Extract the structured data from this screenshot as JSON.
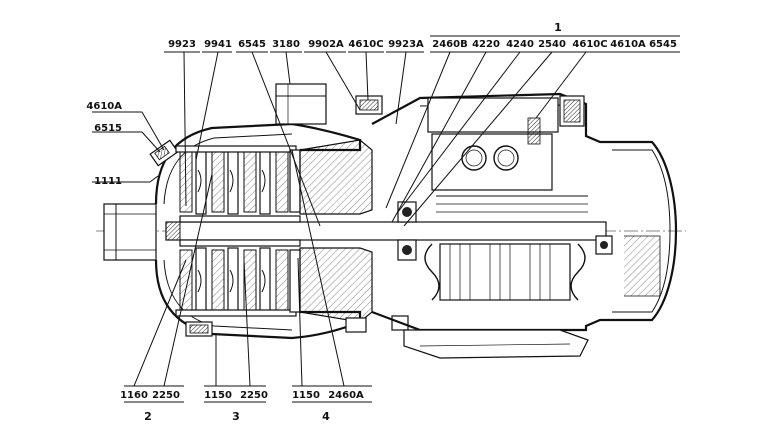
{
  "callouts": {
    "top": [
      "9923",
      "9941",
      "6545",
      "3180",
      "9902A",
      "4610C",
      "9923A"
    ],
    "group1_title": "1",
    "group1": [
      "2460B",
      "4220",
      "4240",
      "2540",
      "4610C",
      "4610A",
      "6545"
    ],
    "left": [
      "4610A",
      "6515",
      "1111"
    ],
    "bottom": [
      "1160",
      "2250",
      "1150",
      "2250",
      "1150",
      "2460A"
    ],
    "bottom_groups": [
      "2",
      "3",
      "4"
    ]
  }
}
